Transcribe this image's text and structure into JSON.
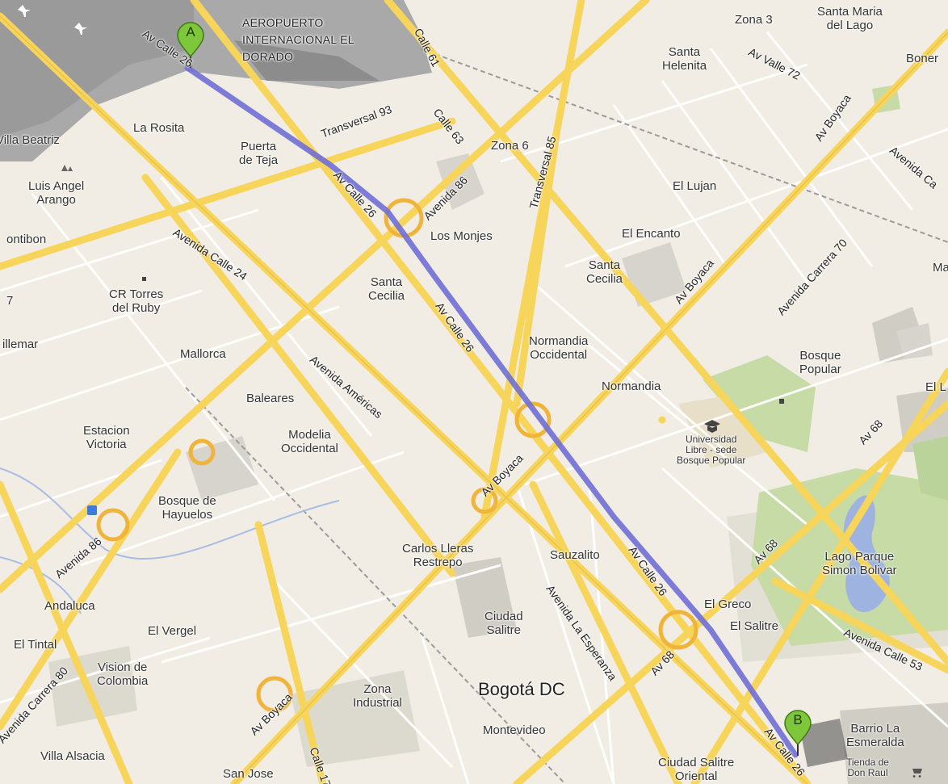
{
  "map": {
    "city_label": "Bogotá DC",
    "airport_label_lines": [
      "AEROPUERTO",
      "INTERNACIONAL EL",
      "DORADO"
    ],
    "marker_a": "A",
    "marker_b": "B",
    "route_color": "#6f6fd6",
    "neighborhoods": [
      {
        "id": "villa-beatriz",
        "text": "Villa Beatriz"
      },
      {
        "id": "la-rosita",
        "text": "La Rosita"
      },
      {
        "id": "puerta-de-teja",
        "text": "Puerta\nde Teja"
      },
      {
        "id": "luis-angel-arango",
        "text": "Luis Angel\nArango"
      },
      {
        "id": "fontibon",
        "text": "ontibon"
      },
      {
        "id": "cr-torres",
        "text": "CR Torres\ndel Ruby"
      },
      {
        "id": "villemar",
        "text": "illemar"
      },
      {
        "id": "mallorca",
        "text": "Mallorca"
      },
      {
        "id": "baleares",
        "text": "Baleares"
      },
      {
        "id": "estacion-victoria",
        "text": "Estacion\nVictoria"
      },
      {
        "id": "modelia-occidental",
        "text": "Modelia\nOccidental"
      },
      {
        "id": "bosque-de-hayuelos",
        "text": "Bosque de\nHayuelos"
      },
      {
        "id": "andaluca",
        "text": "Andaluca"
      },
      {
        "id": "el-vergel",
        "text": "El Vergel"
      },
      {
        "id": "el-tintal",
        "text": "El Tintal"
      },
      {
        "id": "vision-de-colombia",
        "text": "Vision de\nColombia"
      },
      {
        "id": "villa-alsacia",
        "text": "Villa Alsacia"
      },
      {
        "id": "san-jose",
        "text": "San Jose"
      },
      {
        "id": "zona-industrial",
        "text": "Zona\nIndustrial"
      },
      {
        "id": "montevideo",
        "text": "Montevideo"
      },
      {
        "id": "ciudad-salitre",
        "text": "Ciudad\nSalitre"
      },
      {
        "id": "carlos-lleras",
        "text": "Carlos Lleras\nRestrepo"
      },
      {
        "id": "sauzalito",
        "text": "Sauzalito"
      },
      {
        "id": "los-monjes",
        "text": "Los Monjes"
      },
      {
        "id": "santa-cecilia-w",
        "text": "Santa\nCecilia"
      },
      {
        "id": "santa-cecilia-e",
        "text": "Santa\nCecilia"
      },
      {
        "id": "normandia-occidental",
        "text": "Normandia\nOccidental"
      },
      {
        "id": "normandia",
        "text": "Normandia"
      },
      {
        "id": "el-lujan",
        "text": "El Lujan"
      },
      {
        "id": "el-encanto",
        "text": "El Encanto"
      },
      {
        "id": "santa-helenita",
        "text": "Santa\nHelenita"
      },
      {
        "id": "zona-3",
        "text": "Zona 3"
      },
      {
        "id": "santa-maria-del-lago",
        "text": "Santa Maria\ndel Lago"
      },
      {
        "id": "zona-6",
        "text": "Zona 6"
      },
      {
        "id": "bosque-popular",
        "text": "Bosque\nPopular"
      },
      {
        "id": "universidad-libre",
        "text": "Universidad\nLibre - sede\nBosque Popular"
      },
      {
        "id": "lago-parque",
        "text": "Lago Parque\nSimon Bolivar"
      },
      {
        "id": "el-greco",
        "text": "El Greco"
      },
      {
        "id": "el-salitre",
        "text": "El Salitre"
      },
      {
        "id": "barrio-la-esmeralda",
        "text": "Barrio La\nEsmeralda"
      },
      {
        "id": "tienda-de-don-raul",
        "text": "Tienda de\nDon Raul"
      },
      {
        "id": "ciudad-salitre-oriental",
        "text": "Ciudad Salitre\nOriental"
      },
      {
        "id": "boner",
        "text": "Boner"
      },
      {
        "id": "mar",
        "text": "Mar"
      },
      {
        "id": "el-l",
        "text": "El L"
      },
      {
        "id": "seven",
        "text": "7"
      }
    ],
    "roads": [
      {
        "id": "av-calle-26-a",
        "text": "Av Calle 26"
      },
      {
        "id": "av-calle-26-b",
        "text": "Av Calle 26"
      },
      {
        "id": "av-calle-26-c",
        "text": "Av Calle 26"
      },
      {
        "id": "av-calle-26-d",
        "text": "Av Calle 26"
      },
      {
        "id": "av-calle-26-e",
        "text": "Av Calle 26"
      },
      {
        "id": "calle-61",
        "text": "Calle 61"
      },
      {
        "id": "calle-63",
        "text": "Calle 63"
      },
      {
        "id": "transversal-93",
        "text": "Transversal 93"
      },
      {
        "id": "transversal-85",
        "text": "Transversal 85"
      },
      {
        "id": "avenida-86-n",
        "text": "Avenida 86"
      },
      {
        "id": "avenida-86-s",
        "text": "Avenida 86"
      },
      {
        "id": "avenida-calle-24",
        "text": "Avenida Calle 24"
      },
      {
        "id": "avenida-americas",
        "text": "Avenida Américas"
      },
      {
        "id": "av-boyaca-1",
        "text": "Av Boyaca"
      },
      {
        "id": "av-boyaca-2",
        "text": "Av Boyaca"
      },
      {
        "id": "av-boyaca-3",
        "text": "Av Boyaca"
      },
      {
        "id": "av-boyaca-4",
        "text": "Av Boyaca"
      },
      {
        "id": "av-valle-72",
        "text": "Av Valle 72"
      },
      {
        "id": "avenida-carrera-70",
        "text": "Avenida Carrera 70"
      },
      {
        "id": "av-68-1",
        "text": "Av 68"
      },
      {
        "id": "av-68-2",
        "text": "Av 68"
      },
      {
        "id": "av-68-3",
        "text": "Av 68"
      },
      {
        "id": "avenida-la-esperanza",
        "text": "Avenida La Esperanza"
      },
      {
        "id": "avenida-calle-53",
        "text": "Avenida Calle 53"
      },
      {
        "id": "avenida-carrera-80",
        "text": "Avenida Carrera 80"
      },
      {
        "id": "calle-17",
        "text": "Calle 17"
      },
      {
        "id": "avenida-ca",
        "text": "Avenida Ca"
      }
    ]
  }
}
